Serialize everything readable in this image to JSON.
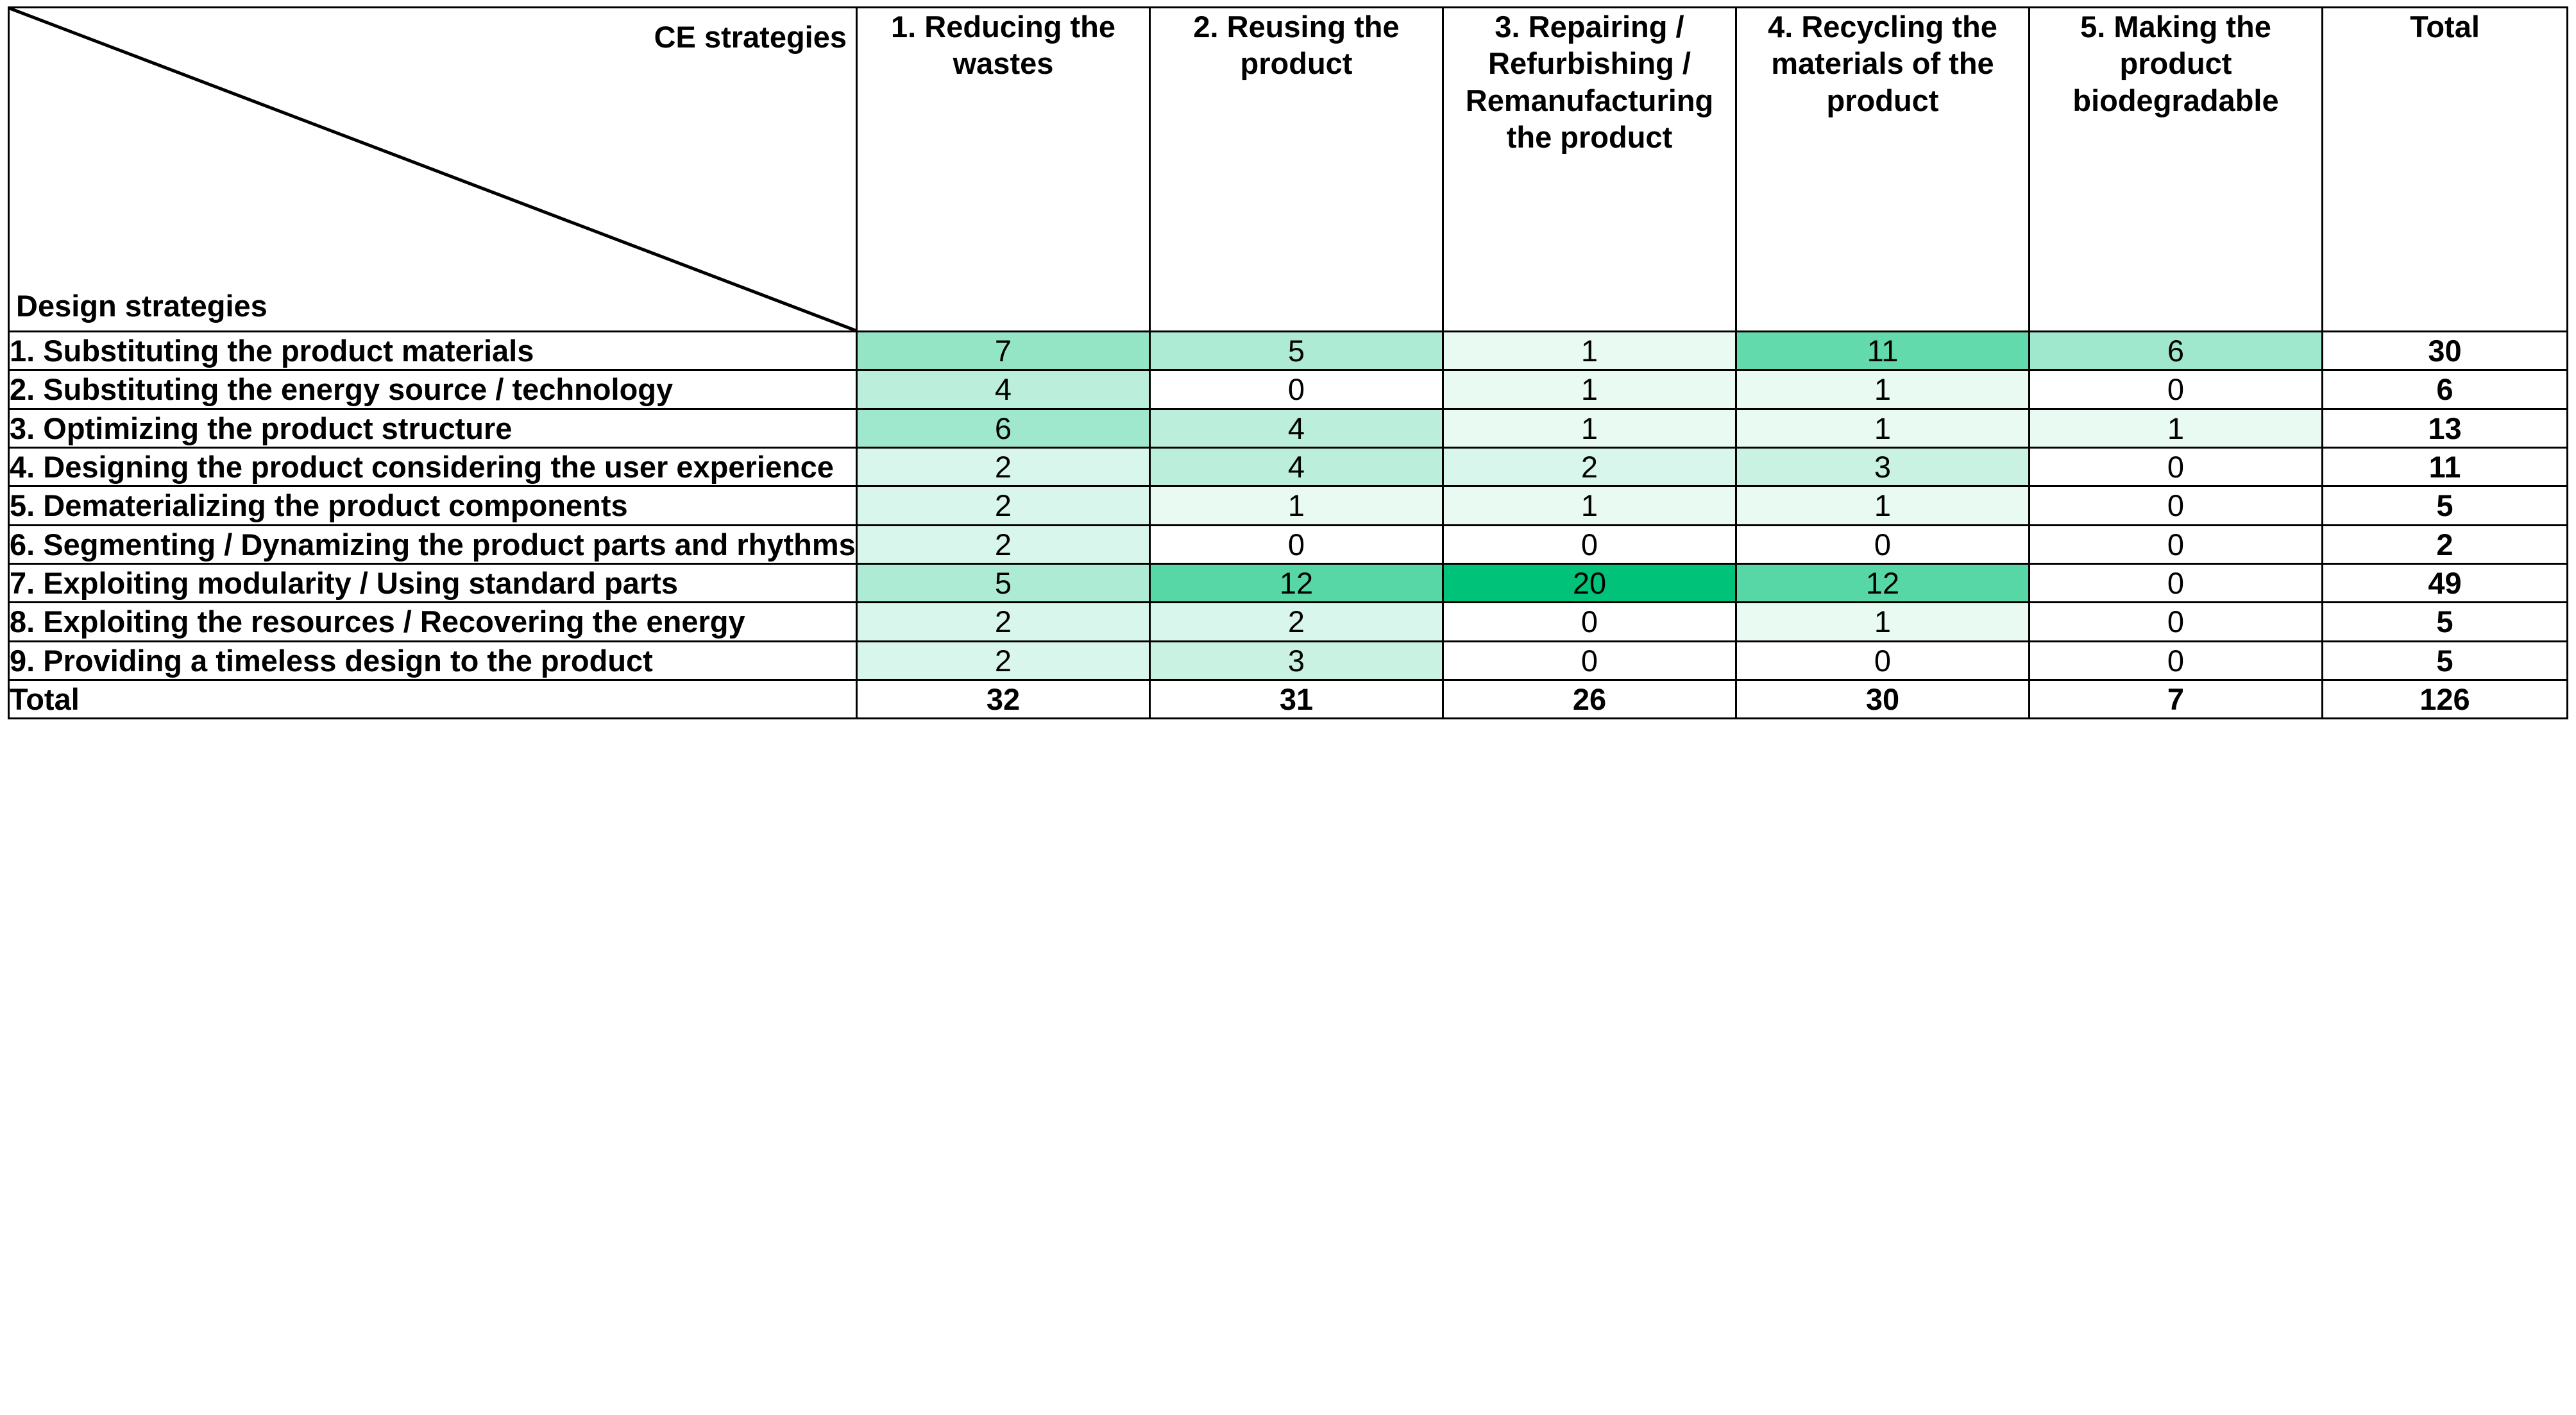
{
  "corner": {
    "column_axis_label": "CE strategies",
    "row_axis_label": "Design strategies"
  },
  "columns": [
    "1. Reducing the wastes",
    "2. Reusing the product",
    "3. Repairing / Refurbishing / Remanufacturing the product",
    "4. Recycling the materials of the product",
    "5. Making the product biodegradable",
    "Total"
  ],
  "rows": [
    "1. Substituting the product materials",
    "2. Substituting the energy source / technology",
    "3. Optimizing the product structure",
    "4. Designing the product considering the user experience",
    "5. Dematerializing the product components",
    "6. Segmenting / Dynamizing the product parts and rhythms",
    "7. Exploiting modularity / Using standard parts",
    "8. Exploiting the resources / Recovering the energy",
    "9. Providing a timeless design to the product",
    "Total"
  ],
  "chart_data": {
    "type": "heatmap",
    "title": "",
    "xlabel": "CE strategies",
    "ylabel": "Design strategies",
    "categories_x": [
      "1. Reducing the wastes",
      "2. Reusing the product",
      "3. Repairing / Refurbishing / Remanufacturing the product",
      "4. Recycling the materials of the product",
      "5. Making the product biodegradable"
    ],
    "categories_y": [
      "1. Substituting the product materials",
      "2. Substituting the energy source / technology",
      "3. Optimizing the product structure",
      "4. Designing the product considering the user experience",
      "5. Dematerializing the product components",
      "6. Segmenting / Dynamizing the product parts and rhythms",
      "7. Exploiting modularity / Using standard parts",
      "8. Exploiting the resources / Recovering the energy",
      "9. Providing a timeless design to the product"
    ],
    "values": [
      [
        7,
        5,
        1,
        11,
        6
      ],
      [
        4,
        0,
        1,
        1,
        0
      ],
      [
        6,
        4,
        1,
        1,
        1
      ],
      [
        2,
        4,
        2,
        3,
        0
      ],
      [
        2,
        1,
        1,
        1,
        0
      ],
      [
        2,
        0,
        0,
        0,
        0
      ],
      [
        5,
        12,
        20,
        12,
        0
      ],
      [
        2,
        2,
        0,
        1,
        0
      ],
      [
        2,
        3,
        0,
        0,
        0
      ]
    ],
    "row_totals": [
      30,
      6,
      13,
      11,
      5,
      2,
      49,
      5,
      5
    ],
    "column_totals": [
      32,
      31,
      26,
      30,
      7
    ],
    "grand_total": 126,
    "vmin": 0,
    "vmax": 20,
    "colorscale_low": "#FFFFFF",
    "colorscale_high": "#00C278",
    "legend": "none",
    "grid": true
  },
  "table": {
    "body": [
      {
        "label": "1. Substituting the product materials",
        "cells": [
          7,
          5,
          1,
          11,
          6
        ],
        "total": 30
      },
      {
        "label": "2. Substituting the energy source / technology",
        "cells": [
          4,
          0,
          1,
          1,
          0
        ],
        "total": 6
      },
      {
        "label": "3. Optimizing the product structure",
        "cells": [
          6,
          4,
          1,
          1,
          1
        ],
        "total": 13
      },
      {
        "label": "4. Designing the product considering the user experience",
        "cells": [
          2,
          4,
          2,
          3,
          0
        ],
        "total": 11
      },
      {
        "label": "5. Dematerializing the product components",
        "cells": [
          2,
          1,
          1,
          1,
          0
        ],
        "total": 5
      },
      {
        "label": "6. Segmenting / Dynamizing the product parts and rhythms",
        "cells": [
          2,
          0,
          0,
          0,
          0
        ],
        "total": 2
      },
      {
        "label": "7. Exploiting modularity / Using standard parts",
        "cells": [
          5,
          12,
          20,
          12,
          0
        ],
        "total": 49
      },
      {
        "label": "8. Exploiting the resources / Recovering the energy",
        "cells": [
          2,
          2,
          0,
          1,
          0
        ],
        "total": 5
      },
      {
        "label": "9. Providing a timeless design to the product",
        "cells": [
          2,
          3,
          0,
          0,
          0
        ],
        "total": 5
      }
    ],
    "footer": {
      "label": "Total",
      "cells": [
        32,
        31,
        26,
        30,
        7
      ],
      "total": 126
    }
  }
}
